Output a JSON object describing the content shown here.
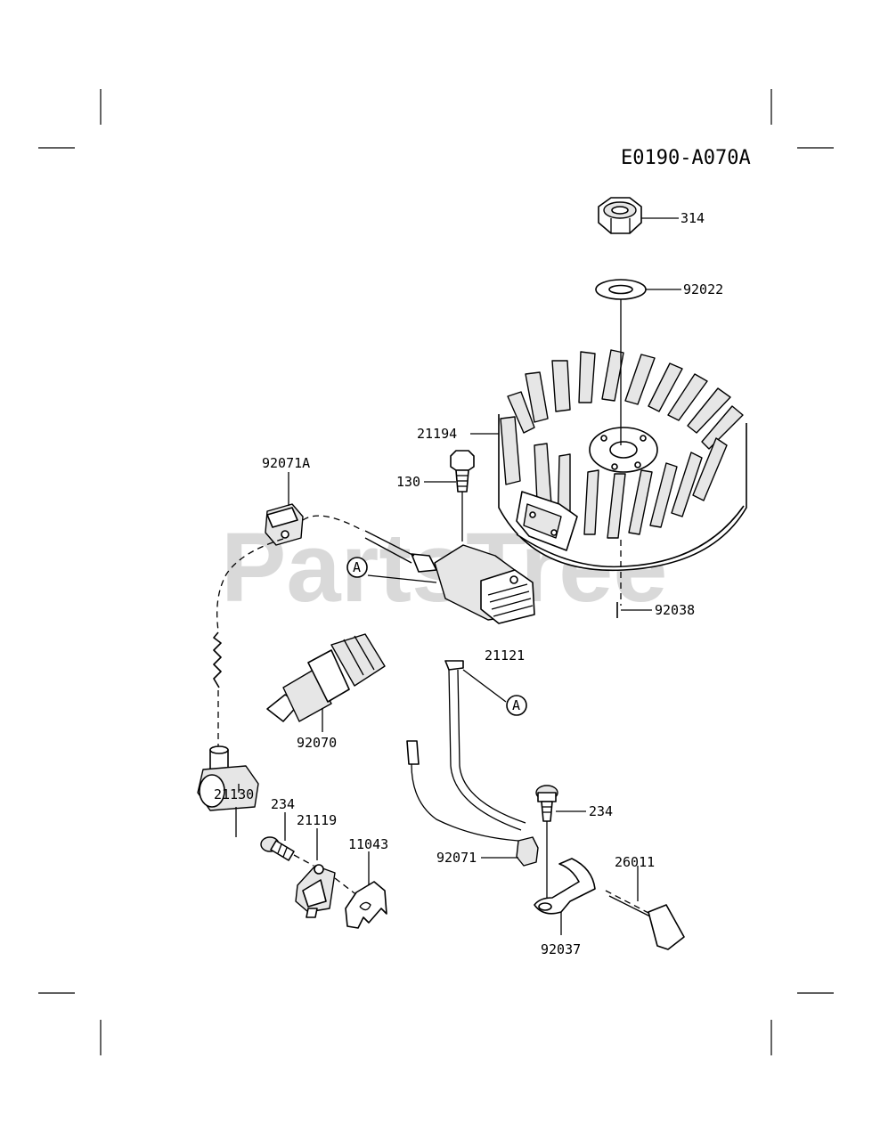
{
  "diagram_code": "E0190-A070A",
  "watermark": "PartsTree",
  "ref_marker": "A",
  "parts": {
    "nut": "314",
    "washer": "92022",
    "flywheel": "21194",
    "bolt_130": "130",
    "key": "92038",
    "plug_cap": "92071A",
    "wire_assy": "21121",
    "spark_plug": "92070",
    "plug_cap_elbow": "21130",
    "screw_left": "234",
    "switch": "21119",
    "bracket": "11043",
    "screw_right": "234",
    "grommet": "92071",
    "terminal": "26011",
    "lead": "92037"
  }
}
